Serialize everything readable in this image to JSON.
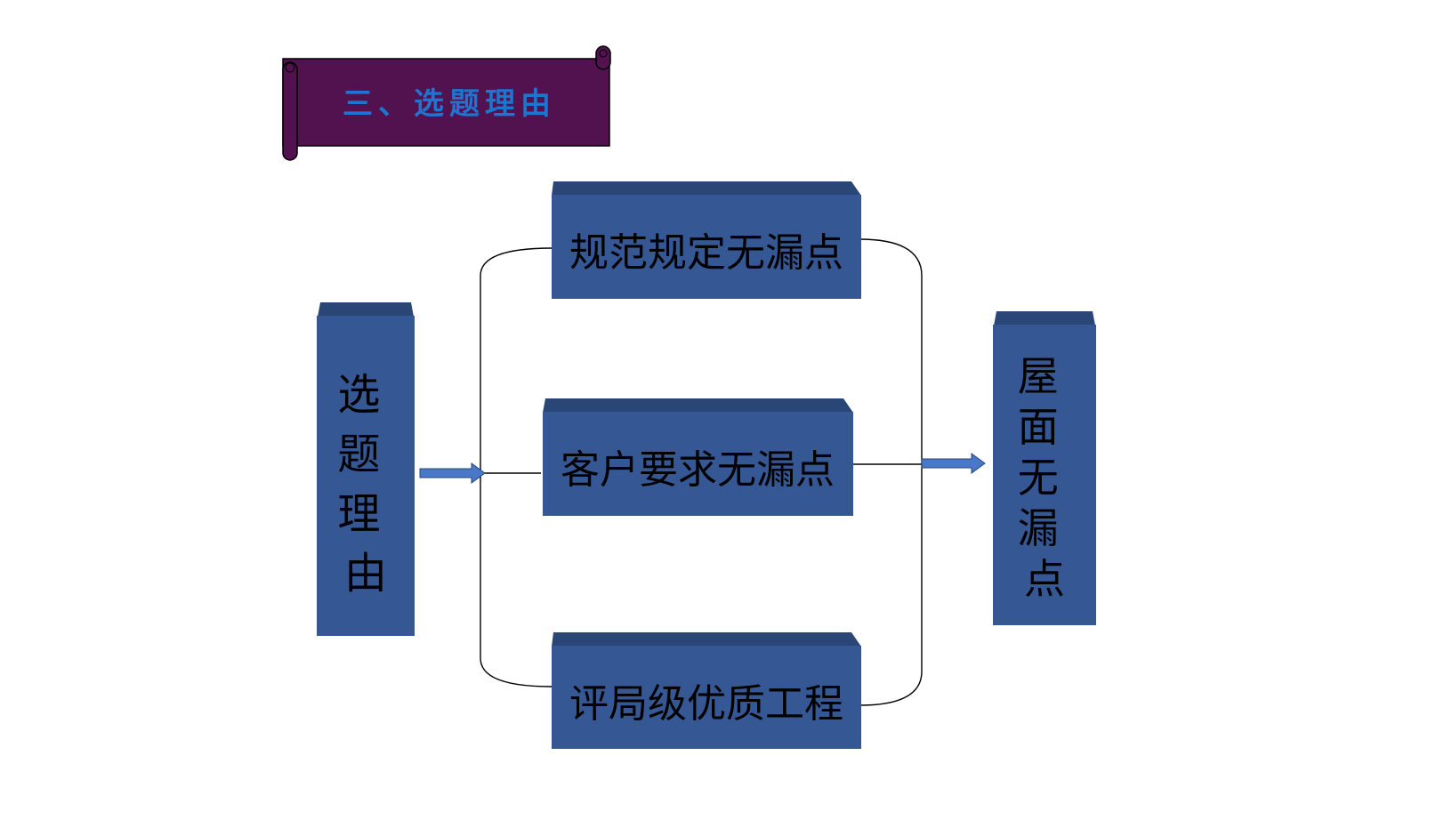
{
  "title": {
    "text": "三、选题理由"
  },
  "left_box": {
    "label": "选题理由"
  },
  "middle_boxes": [
    {
      "label": "规范规定无漏点"
    },
    {
      "label": "客户要求无漏点"
    },
    {
      "label": "评局级优质工程"
    }
  ],
  "right_box": {
    "label": "屋面无漏点"
  },
  "colors": {
    "box_fill": "#355894",
    "box_top": "#2a4677",
    "box_text": "#000000",
    "scroll_fill": "#52114f",
    "title_text": "#1f74cf",
    "arrow_fill": "#4a78c8",
    "line": "#000000"
  }
}
